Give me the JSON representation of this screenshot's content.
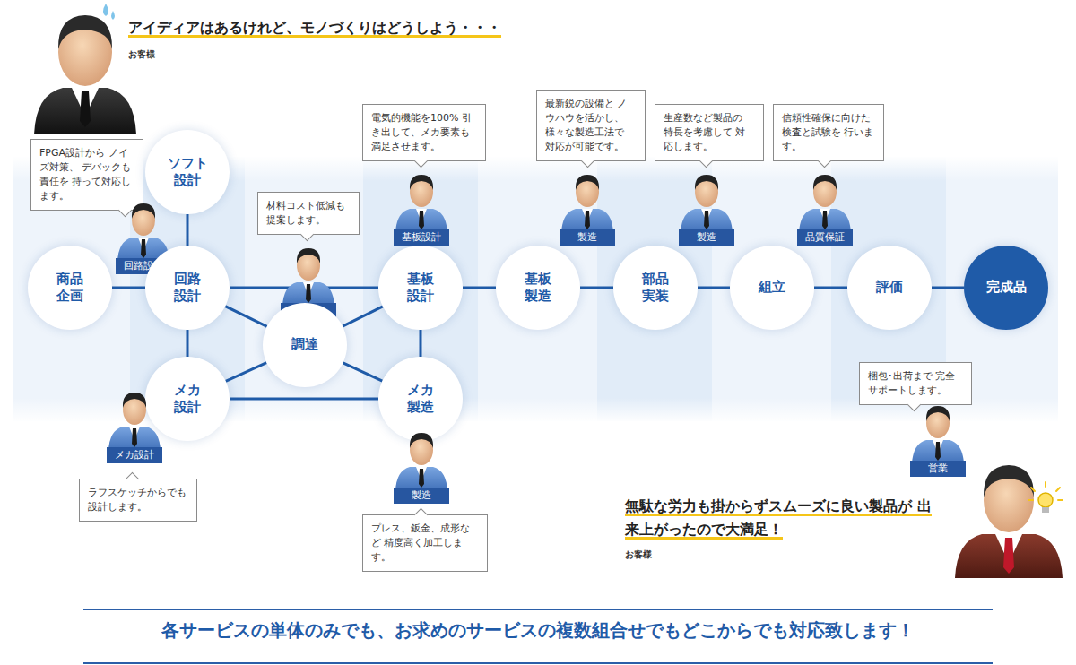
{
  "diagram": {
    "caption": "各サービスの単体のみでも、お求めのサービスの複数組合せでもどこからでも対応致します！",
    "nodes": [
      {
        "text": [
          "商品 企画"
        ]
      },
      {
        "text": [
          "FPGA設計から ノイズ対策、 デバックも責任を 持って対応します。"
        ]
      },
      {
        "text": [
          "回路設計"
        ]
      },
      {
        "text": [
          "ソフト 設計"
        ]
      },
      {
        "text": [
          "回路 設計"
        ]
      },
      {
        "text": [
          "メカ 設計"
        ]
      },
      {
        "text": [
          "メカ設計"
        ]
      },
      {
        "text": [
          "ラフスケッチからでも 設計します。"
        ]
      },
      {
        "text": [
          "材料コスト低減も 提案します。"
        ]
      },
      {
        "text": [
          "調達"
        ]
      },
      {
        "text": [
          "調達"
        ]
      },
      {
        "text": [
          "電気的機能を100% 引き出して、メカ要素も 満足させます。"
        ]
      },
      {
        "text": [
          "基板設計"
        ]
      },
      {
        "text": [
          "基板 設計"
        ]
      },
      {
        "text": [
          "メカ 製造"
        ]
      },
      {
        "text": [
          "製造"
        ]
      },
      {
        "text": [
          "プレス、鈑金、成形など 精度高く加工します。"
        ]
      },
      {
        "text": [
          "最新鋭の設備と ノウハウを活かし、 様々な製造工法で 対応が可能です。"
        ]
      },
      {
        "text": [
          "製造"
        ]
      },
      {
        "text": [
          "基板 製造"
        ]
      },
      {
        "text": [
          "生産数など製品の 特長を考慮して 対応します。"
        ]
      },
      {
        "text": [
          "製造"
        ]
      },
      {
        "text": [
          "部品 実装"
        ]
      },
      {
        "text": [
          "組立"
        ]
      },
      {
        "text": [
          "信頼性確保に向けた 検査と試験を 行います。"
        ]
      },
      {
        "text": [
          "品質保証"
        ]
      },
      {
        "text": [
          "評価"
        ]
      },
      {
        "text": [
          "梱包･出荷まで 完全サポートします。"
        ]
      },
      {
        "text": [
          "営業"
        ]
      },
      {
        "text": [
          "完成品"
        ]
      }
    ],
    "edges": [
      {
        "from": 0,
        "to": 4,
        "arrow": "none"
      },
      {
        "from": 4,
        "to": 3,
        "arrow": "none"
      },
      {
        "from": 4,
        "to": 5,
        "arrow": "none"
      },
      {
        "from": 4,
        "to": 10,
        "arrow": "none"
      },
      {
        "from": 4,
        "to": 13,
        "arrow": "none"
      },
      {
        "from": 5,
        "to": 10,
        "arrow": "none"
      },
      {
        "from": 5,
        "to": 14,
        "arrow": "none"
      },
      {
        "from": 10,
        "to": 13,
        "arrow": "none"
      },
      {
        "from": 10,
        "to": 14,
        "arrow": "none"
      },
      {
        "from": 13,
        "to": 14,
        "arrow": "none"
      },
      {
        "from": 13,
        "to": 19,
        "arrow": "none"
      },
      {
        "from": 19,
        "to": 22,
        "arrow": "none"
      },
      {
        "from": 22,
        "to": 23,
        "arrow": "none"
      },
      {
        "from": 23,
        "to": 26,
        "arrow": "none"
      },
      {
        "from": 26,
        "to": 29,
        "arrow": "none"
      }
    ],
    "labels": [
      "アイディアはあるけれど、モノづくりはどうしよう・・・",
      "お客様",
      "無駄な労力も掛からずスムーズに良い製品が 出来上がったので大満足！",
      "お客様"
    ]
  }
}
